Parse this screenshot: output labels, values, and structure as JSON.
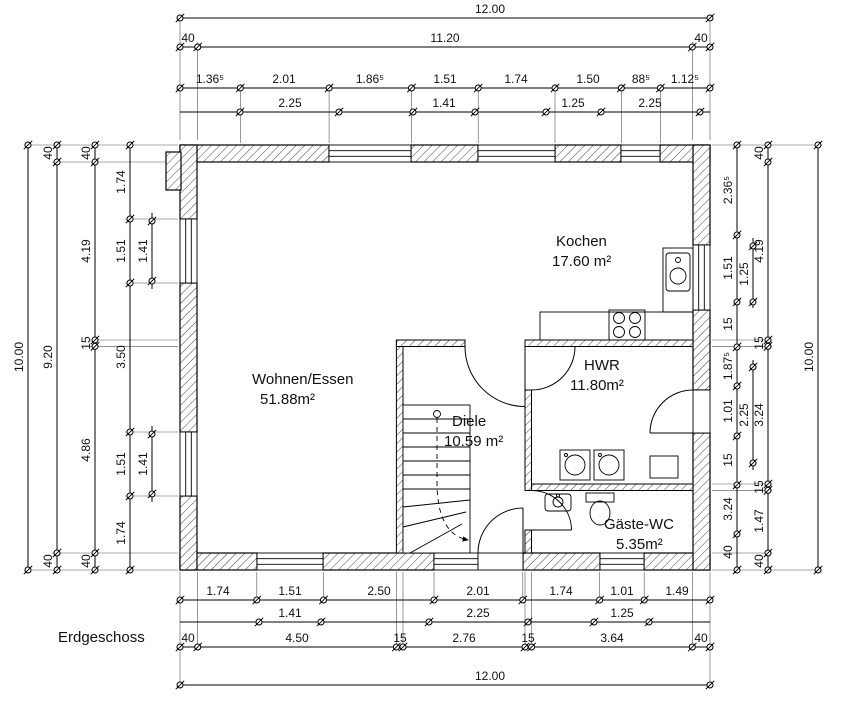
{
  "title": "Erdgeschoss",
  "rooms": {
    "wohnen_essen": {
      "name": "Wohnen/Essen",
      "area": "51.88m²"
    },
    "kochen": {
      "name": "Kochen",
      "area": "17.60 m²"
    },
    "hwr": {
      "name": "HWR",
      "area": "11.80m²"
    },
    "diele": {
      "name": "Diele",
      "area": "10.59 m²"
    },
    "gaeste_wc": {
      "name": "Gäste-WC",
      "area": "5.35m²"
    }
  },
  "dims": {
    "top1": [
      "12.00"
    ],
    "top2": [
      "40",
      "11.20",
      "40"
    ],
    "top3": [
      "1.36⁵",
      "2.01",
      "1.86⁵",
      "1.51",
      "1.74",
      "1.50",
      "88⁵",
      "1.12⁵"
    ],
    "top4": [
      "2.25",
      "1.41",
      "1.25",
      "2.25"
    ],
    "bottom1": [
      "1.74",
      "1.51",
      "2.50",
      "2.01",
      "1.74",
      "1.01",
      "1.49"
    ],
    "bottom2": [
      "1.41",
      "2.25",
      "1.25"
    ],
    "bottom3": [
      "40",
      "4.50",
      "15",
      "2.76",
      "15",
      "3.64",
      "40"
    ],
    "bottom4": [
      "12.00"
    ],
    "left1": [
      "10.00"
    ],
    "left2": [
      "40",
      "9.20",
      "40"
    ],
    "left3": [
      "40",
      "4.19",
      "15",
      "4.86",
      "40"
    ],
    "left4": [
      "1.74",
      "1.51",
      "3.50",
      "1.51",
      "1.74"
    ],
    "left5": [
      "1.41",
      "1.41"
    ],
    "right1": [
      "2.36⁵",
      "1.51",
      "15",
      "1.87⁵",
      "1.01",
      "15",
      "3.24",
      "40"
    ],
    "right2": [
      "1.25",
      "2.25"
    ],
    "right3": [
      "40",
      "4.19",
      "15",
      "3.24",
      "15",
      "1.47",
      "40"
    ],
    "right4": [
      "10.00"
    ]
  }
}
